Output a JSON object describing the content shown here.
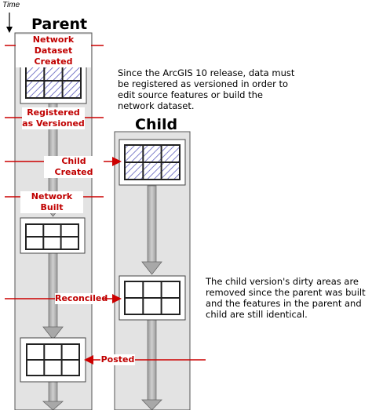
{
  "time_label": "Time",
  "columns": {
    "parent": "Parent",
    "child": "Child"
  },
  "events": {
    "network_dataset_created": "Network Dataset Created",
    "registered_as_versioned": "Registered as Versioned",
    "child_created": "Child Created",
    "network_built": "Network Built",
    "reconciled": "Reconciled",
    "posted": "Posted"
  },
  "notes": {
    "registration": "Since the ArcGIS 10 release, data must be registered as versioned in order to edit source features or build the network dataset.",
    "reconcile": "The child version's dirty areas are removed since the parent was built and the features in the parent and child are still identical."
  },
  "colors": {
    "event_line": "#cc0000",
    "event_text": "#c00000",
    "dirty_hatch": "#5b5bbd",
    "lane_fill": "#e3e3e3",
    "arrow_fill": "#b5b5b5"
  },
  "icons": {
    "dirty_area_grid": "hatched-grid-icon",
    "clean_grid": "grid-icon"
  }
}
